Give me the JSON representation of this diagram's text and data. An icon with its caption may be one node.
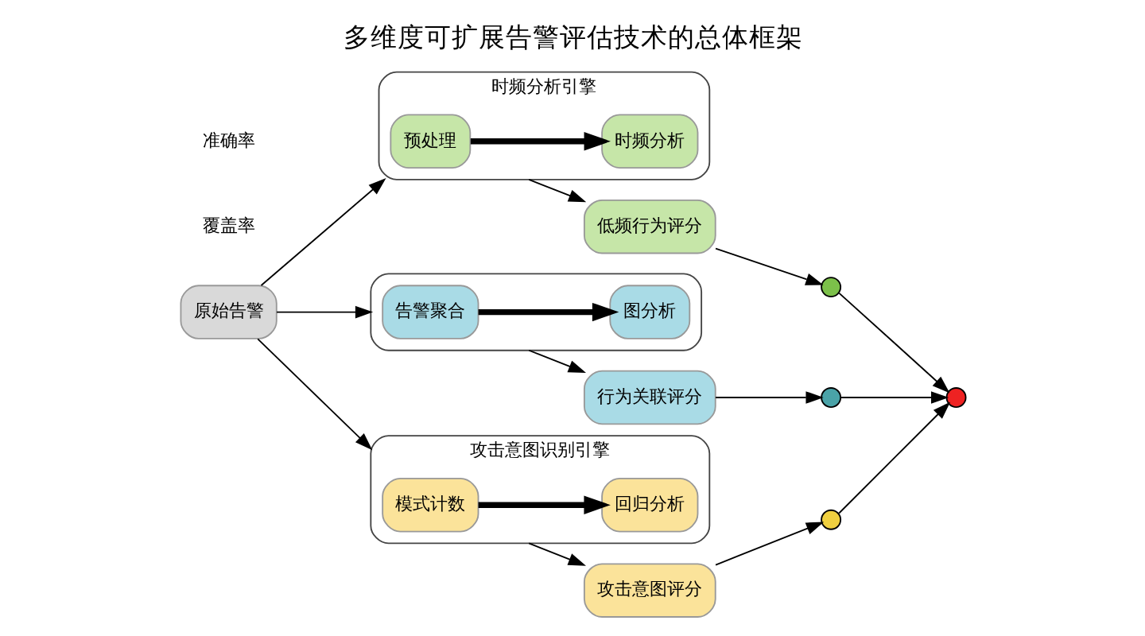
{
  "diagram": {
    "title": "多维度可扩展告警评估技术的总体框架",
    "nodes": [
      {
        "text": [
          "原始告警"
        ]
      },
      {
        "text": [
          "时频分析引擎"
        ]
      },
      {
        "text": [
          "预处理"
        ],
        "in": 1
      },
      {
        "text": [
          "时频分析"
        ],
        "in": 1
      },
      {
        "text": [],
        "shape": "box"
      },
      {
        "text": [
          "告警聚合"
        ],
        "in": 4
      },
      {
        "text": [
          "图分析"
        ],
        "in": 4
      },
      {
        "text": [
          "攻击意图识别引擎"
        ]
      },
      {
        "text": [
          "模式计数"
        ],
        "in": 7
      },
      {
        "text": [
          "回归分析"
        ],
        "in": 7
      },
      {
        "text": [
          "低频行为评分"
        ]
      },
      {
        "text": [
          "行为关联评分"
        ]
      },
      {
        "text": [
          "攻击意图评分"
        ]
      },
      {
        "text": [],
        "shape": "circle"
      },
      {
        "text": [],
        "shape": "circle"
      },
      {
        "text": [],
        "shape": "circle"
      },
      {
        "text": [],
        "shape": "circle"
      }
    ],
    "edges": [
      {
        "from": 0,
        "to": 1,
        "arrow": "to"
      },
      {
        "from": 0,
        "to": 4,
        "arrow": "to"
      },
      {
        "from": 0,
        "to": 7,
        "arrow": "to"
      },
      {
        "from": 2,
        "to": 3,
        "arrow": "to",
        "style": "thick"
      },
      {
        "from": 5,
        "to": 6,
        "arrow": "to",
        "style": "thick"
      },
      {
        "from": 8,
        "to": 9,
        "arrow": "to",
        "style": "thick"
      },
      {
        "from": 1,
        "to": 10,
        "arrow": "to"
      },
      {
        "from": 4,
        "to": 11,
        "arrow": "to"
      },
      {
        "from": 7,
        "to": 12,
        "arrow": "to"
      },
      {
        "from": 10,
        "to": 13,
        "arrow": "to"
      },
      {
        "from": 11,
        "to": 14,
        "arrow": "to"
      },
      {
        "from": 12,
        "to": 15,
        "arrow": "to"
      },
      {
        "from": 13,
        "to": 16,
        "arrow": "to"
      },
      {
        "from": 14,
        "to": 16,
        "arrow": "to"
      },
      {
        "from": 15,
        "to": 16,
        "arrow": "to"
      }
    ],
    "labels": [
      "覆盖率",
      "准确率"
    ]
  }
}
